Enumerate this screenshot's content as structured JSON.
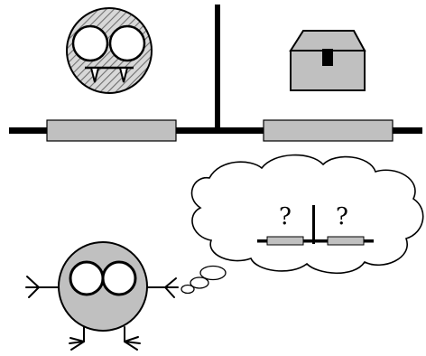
{
  "colors": {
    "line": "#000000",
    "gray_fill": "#c0c0c0",
    "white": "#ffffff"
  },
  "scene": {
    "upper_panel": {
      "left_item": "masked-creature-with-fangs",
      "right_item": "treasure-chest",
      "track_pattern": "horizontal-bar-with-vertical-divider-and-two-gray-segments"
    },
    "thought_bubble": {
      "question_left": "?",
      "question_right": "?",
      "contains": "miniature-track-diagram"
    },
    "character": "round-gray-creature-with-goggles"
  }
}
